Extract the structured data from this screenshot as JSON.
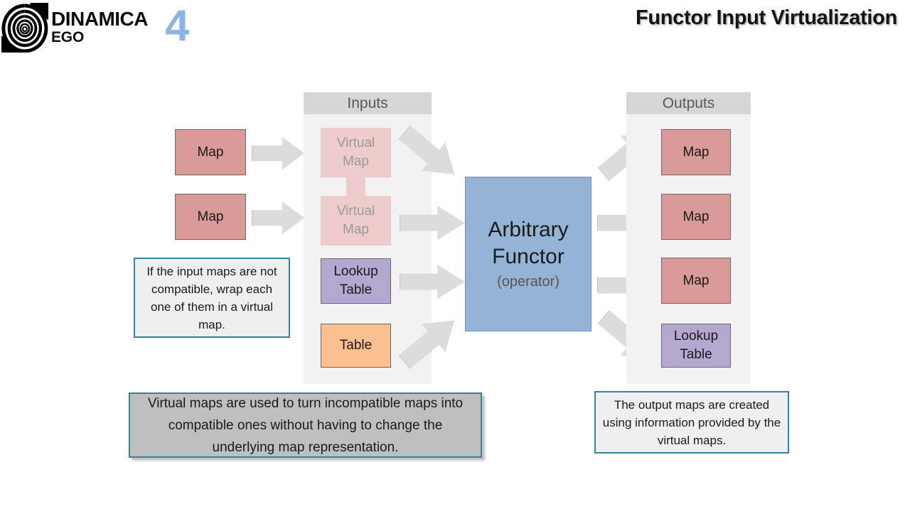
{
  "brand": {
    "logo_icon": "spiral-logo-icon",
    "name_line1": "DINAMICA",
    "name_line2": "EGO",
    "version": "4",
    "version_color": "#8EB4E3"
  },
  "header": {
    "title": "Functor Input Virtualization"
  },
  "colors": {
    "map": "#DB9A9A",
    "virtual_map": "#EFCCCC",
    "lookup_table": "#B4A7D0",
    "table": "#FAC090",
    "functor": "#95B3D7",
    "panel_body": "#F2F2F2",
    "panel_header": "#D6D6D6",
    "arrow": "#DCDCDC",
    "callout_border": "#31859B",
    "callout_grey_fill": "#BFBFBF"
  },
  "source_nodes": [
    {
      "label": "Map",
      "type": "map"
    },
    {
      "label": "Map",
      "type": "map"
    }
  ],
  "inputs_panel": {
    "header": "Inputs",
    "nodes": [
      {
        "label": "Virtual\nMap",
        "line1": "Virtual",
        "line2": "Map",
        "type": "virtual-map"
      },
      {
        "label": "Virtual\nMap",
        "line1": "Virtual",
        "line2": "Map",
        "type": "virtual-map"
      },
      {
        "label": "Lookup\nTable",
        "line1": "Lookup",
        "line2": "Table",
        "type": "lookup-table"
      },
      {
        "label": "Table",
        "line1": "Table",
        "line2": "",
        "type": "table"
      }
    ]
  },
  "functor": {
    "title_line1": "Arbitrary",
    "title_line2": "Functor",
    "subtitle": "(operator)"
  },
  "outputs_panel": {
    "header": "Outputs",
    "nodes": [
      {
        "label": "Map",
        "line1": "Map",
        "line2": "",
        "type": "map"
      },
      {
        "label": "Map",
        "line1": "Map",
        "line2": "",
        "type": "map"
      },
      {
        "label": "Map",
        "line1": "Map",
        "line2": "",
        "type": "map"
      },
      {
        "label": "Lookup\nTable",
        "line1": "Lookup",
        "line2": "Table",
        "type": "lookup-table"
      }
    ]
  },
  "callouts": {
    "virtual_map_note": "If the input maps are not compatible, wrap each one of them in a virtual map.",
    "virtual_map_explanation": "Virtual maps are used to turn incompatible maps into compatible ones without having to change the underlying map representation.",
    "outputs_note": "The output maps are created using information provided by the virtual maps."
  }
}
